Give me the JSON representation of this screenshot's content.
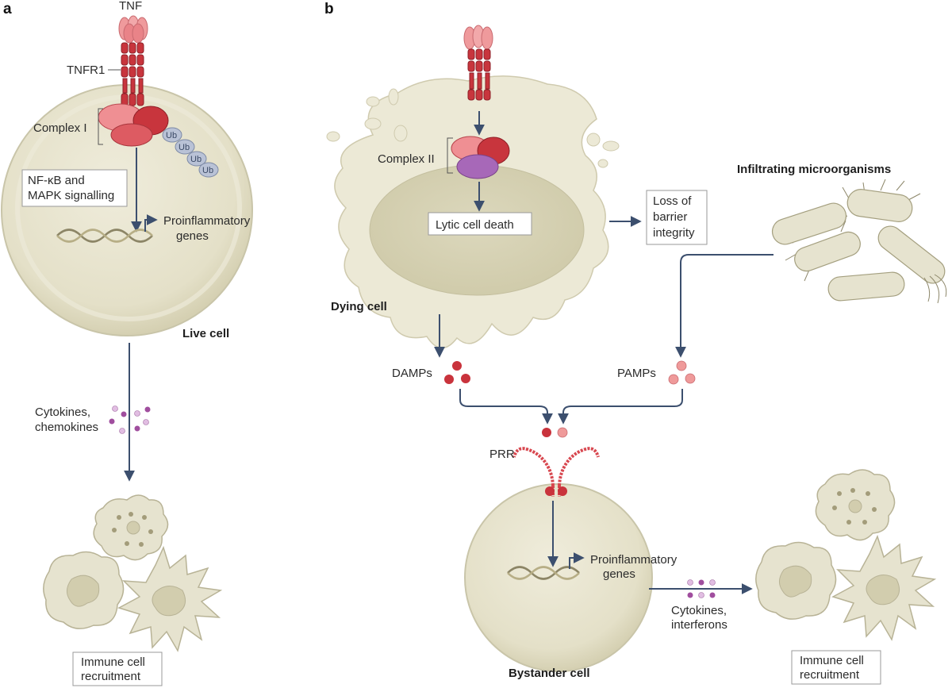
{
  "panels": {
    "a": "a",
    "b": "b"
  },
  "panel_a": {
    "ligand": "TNF",
    "receptor": "TNFR1",
    "complex": "Complex I",
    "ubiquitin": [
      "Ub",
      "Ub",
      "Ub",
      "Ub"
    ],
    "signalling_box": [
      "NF-κB and",
      "MAPK signalling"
    ],
    "genes": [
      "Proinflammatory",
      "genes"
    ],
    "cell": "Live cell",
    "secreted": [
      "Cytokines,",
      "chemokines"
    ],
    "recruitment": [
      "Immune cell",
      "recruitment"
    ]
  },
  "panel_b": {
    "complex": "Complex II",
    "death_box": "Lytic cell death",
    "dying_cell": "Dying cell",
    "barrier_box": [
      "Loss of",
      "barrier",
      "integrity"
    ],
    "microbes": "Infiltrating microorganisms",
    "damps": "DAMPs",
    "pamps": "PAMPs",
    "prr": "PRR",
    "genes": [
      "Proinflammatory",
      "genes"
    ],
    "secreted": [
      "Cytokines,",
      "interferons"
    ],
    "cell": "Bystander cell",
    "recruitment": [
      "Immune cell",
      "recruitment"
    ]
  },
  "colors": {
    "cell_fill": "#e6e3cf",
    "cell_outline": "#c9c5a9",
    "nucleus": "#d6d2b4",
    "receptor_red": "#c8353d",
    "ligand_pink": "#ef9a9c",
    "complex_purple": "#a768b8",
    "ubiquitin": "#b9c2d6",
    "damp_red": "#c9333c",
    "pamp_pink": "#ef9a9a",
    "cytokine_purple": "#a04e9e",
    "cytokine_light": "#e1bde2",
    "arrow": "#3c4f6e"
  }
}
